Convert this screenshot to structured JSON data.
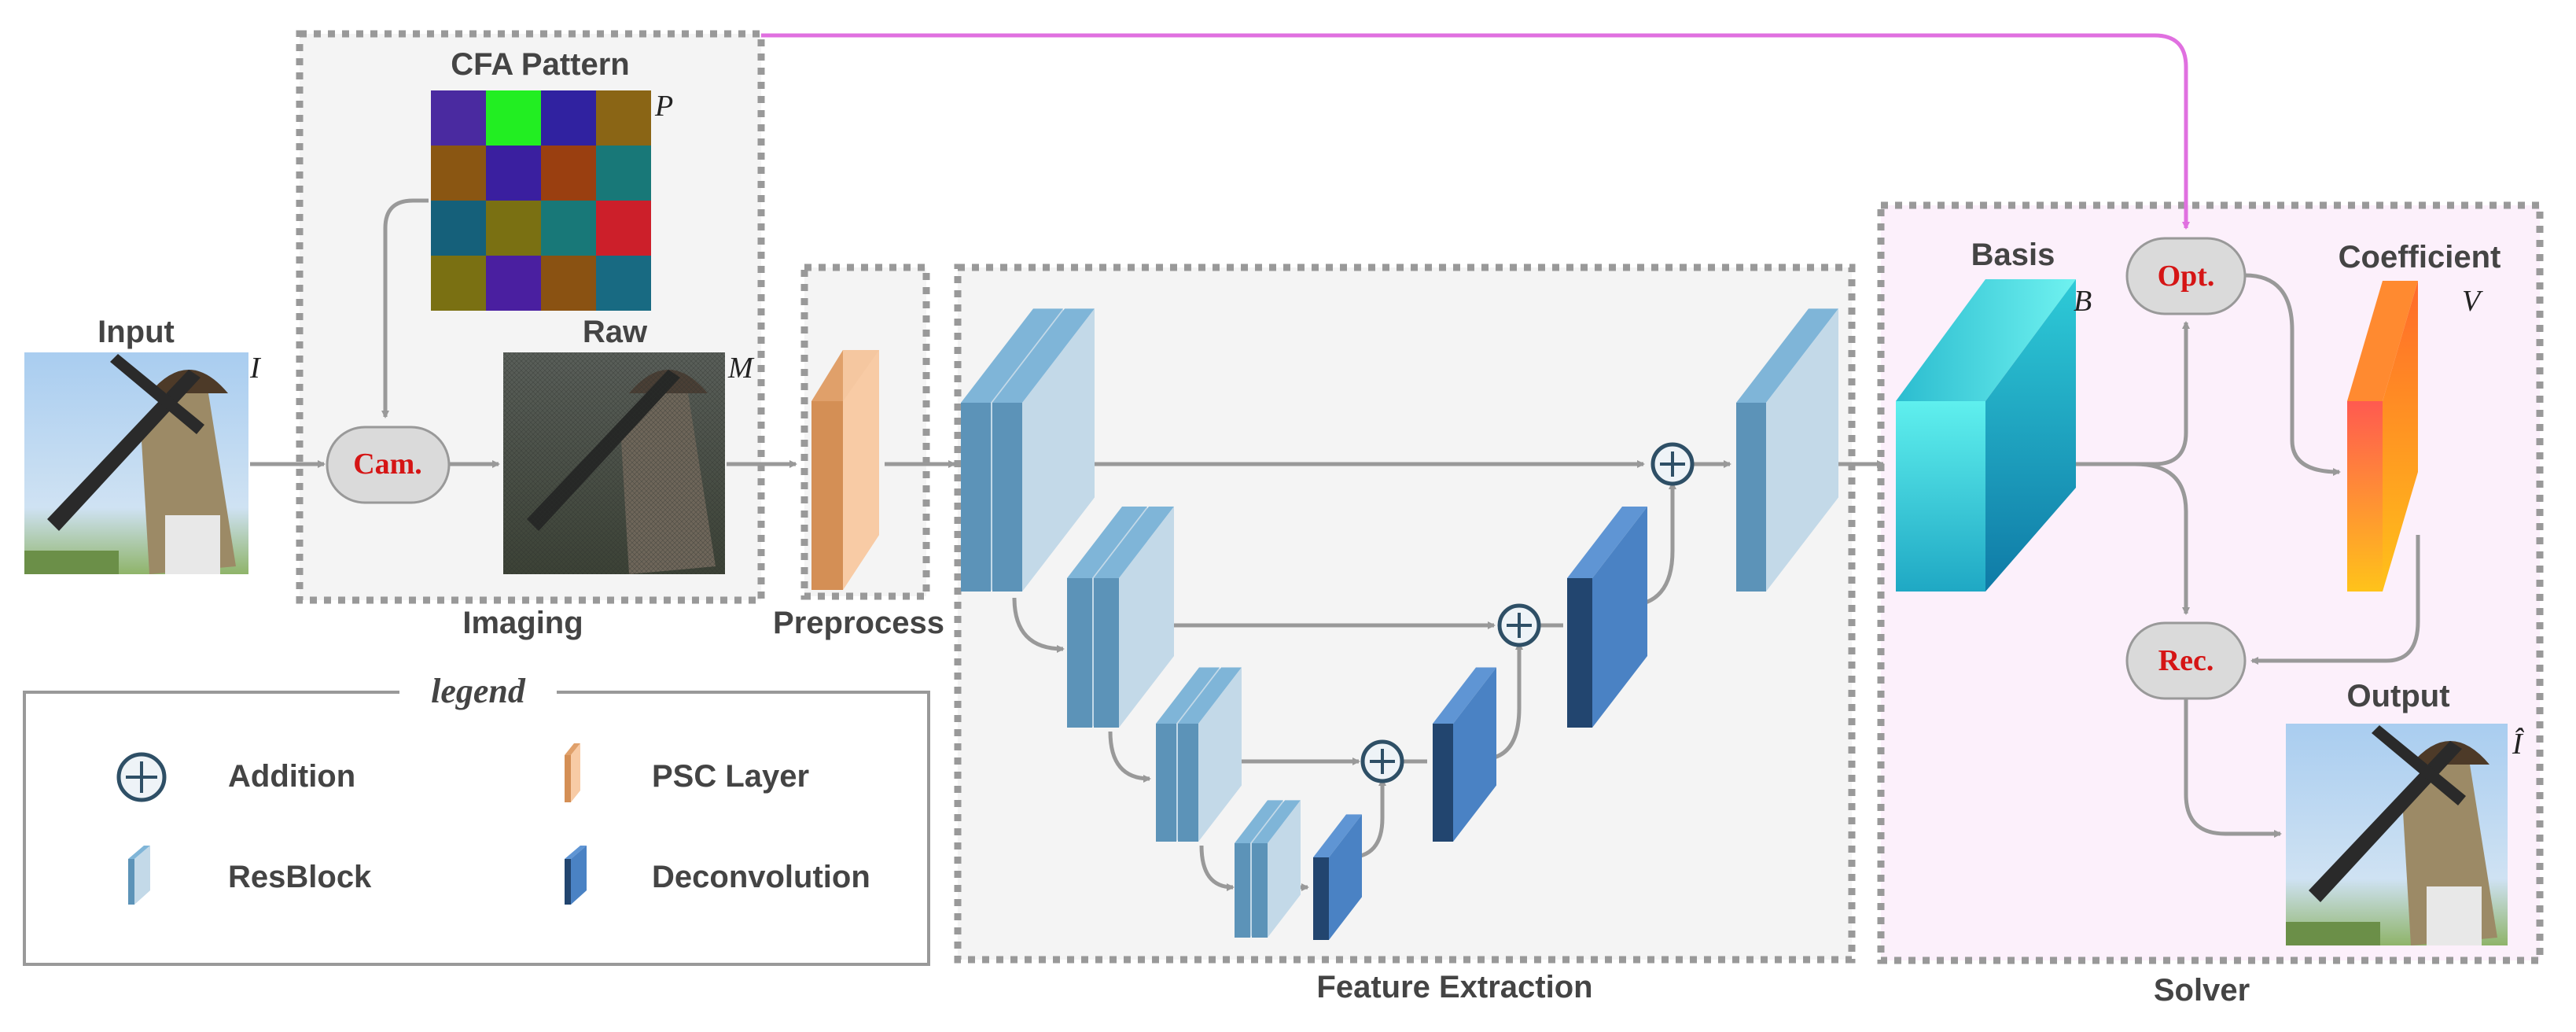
{
  "labels": {
    "input": "Input",
    "cfa_pattern": "CFA Pattern",
    "raw": "Raw",
    "imaging": "Imaging",
    "preprocess": "Preprocess",
    "feature_extraction": "Feature Extraction",
    "basis": "Basis",
    "coefficient": "Coefficient",
    "output": "Output",
    "solver": "Solver"
  },
  "variables": {
    "input": "I",
    "pattern": "P",
    "raw": "M",
    "basis": "B",
    "coefficient": "V",
    "output": "Î"
  },
  "operators": {
    "camera": "Cam.",
    "optimize": "Opt.",
    "reconstruct": "Rec."
  },
  "legend": {
    "title": "legend",
    "items": {
      "addition": "Addition",
      "psc_layer": "PSC Layer",
      "resblock": "ResBlock",
      "deconvolution": "Deconvolution"
    }
  },
  "cfa_colors": [
    [
      "#4a2aa0",
      "#22ee22",
      "#3022a0",
      "#8a6515"
    ],
    [
      "#8a5612",
      "#3a1f9f",
      "#9a3f10",
      "#187878"
    ],
    [
      "#15607a",
      "#7a7012",
      "#187878",
      "#cc1f2a"
    ],
    [
      "#7a7012",
      "#4a1fa0",
      "#8a5212",
      "#186a82"
    ]
  ],
  "colors": {
    "arrow": "#999999",
    "feedback_arrow": "#e070e0",
    "operator_label": "#d51515",
    "solver_background": "#fcf0fb",
    "panel_background": "#f4f4f4"
  }
}
